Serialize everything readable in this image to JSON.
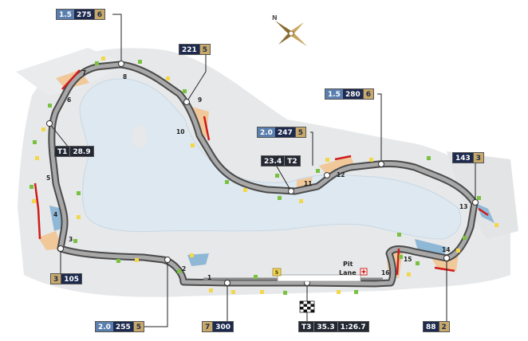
{
  "compass": {
    "north_label": "N"
  },
  "turns": [
    {
      "id": "turn-1",
      "label": "1"
    },
    {
      "id": "turn-2",
      "label": "2"
    },
    {
      "id": "turn-3",
      "label": "3"
    },
    {
      "id": "turn-4",
      "label": "4"
    },
    {
      "id": "turn-5",
      "label": "5"
    },
    {
      "id": "turn-6",
      "label": "6"
    },
    {
      "id": "turn-7",
      "label": "7"
    },
    {
      "id": "turn-8",
      "label": "8"
    },
    {
      "id": "turn-9",
      "label": "9"
    },
    {
      "id": "turn-10",
      "label": "10"
    },
    {
      "id": "turn-11",
      "label": "11"
    },
    {
      "id": "turn-12",
      "label": "12"
    },
    {
      "id": "turn-13",
      "label": "13"
    },
    {
      "id": "turn-14",
      "label": "14"
    },
    {
      "id": "turn-15",
      "label": "15"
    },
    {
      "id": "turn-16",
      "label": "16"
    }
  ],
  "pit_lane": {
    "line1": "Pit",
    "line2": "Lane",
    "marker": "5"
  },
  "callouts": {
    "top": {
      "g": "1.5",
      "speed": "275",
      "gear": "6"
    },
    "t9": {
      "speed": "221",
      "gear": "5"
    },
    "t11": {
      "g": "2.0",
      "speed": "247",
      "gear": "5"
    },
    "t12": {
      "g": "1.5",
      "speed": "280",
      "gear": "6"
    },
    "t13": {
      "speed": "143",
      "gear": "3"
    },
    "t3": {
      "gear": "3",
      "speed": "105"
    },
    "t1": {
      "g": "2.0",
      "speed": "255",
      "gear": "5"
    },
    "start": {
      "gear": "7",
      "speed": "300"
    },
    "t15": {
      "speed": "88",
      "gear": "2"
    }
  },
  "timing": {
    "t1": {
      "tag": "T1",
      "value": "28.9"
    },
    "t2": {
      "value": "23.4",
      "tag": "T2"
    },
    "t3": {
      "tag": "T3",
      "value": "35.3",
      "lap": "1:26.7"
    }
  }
}
